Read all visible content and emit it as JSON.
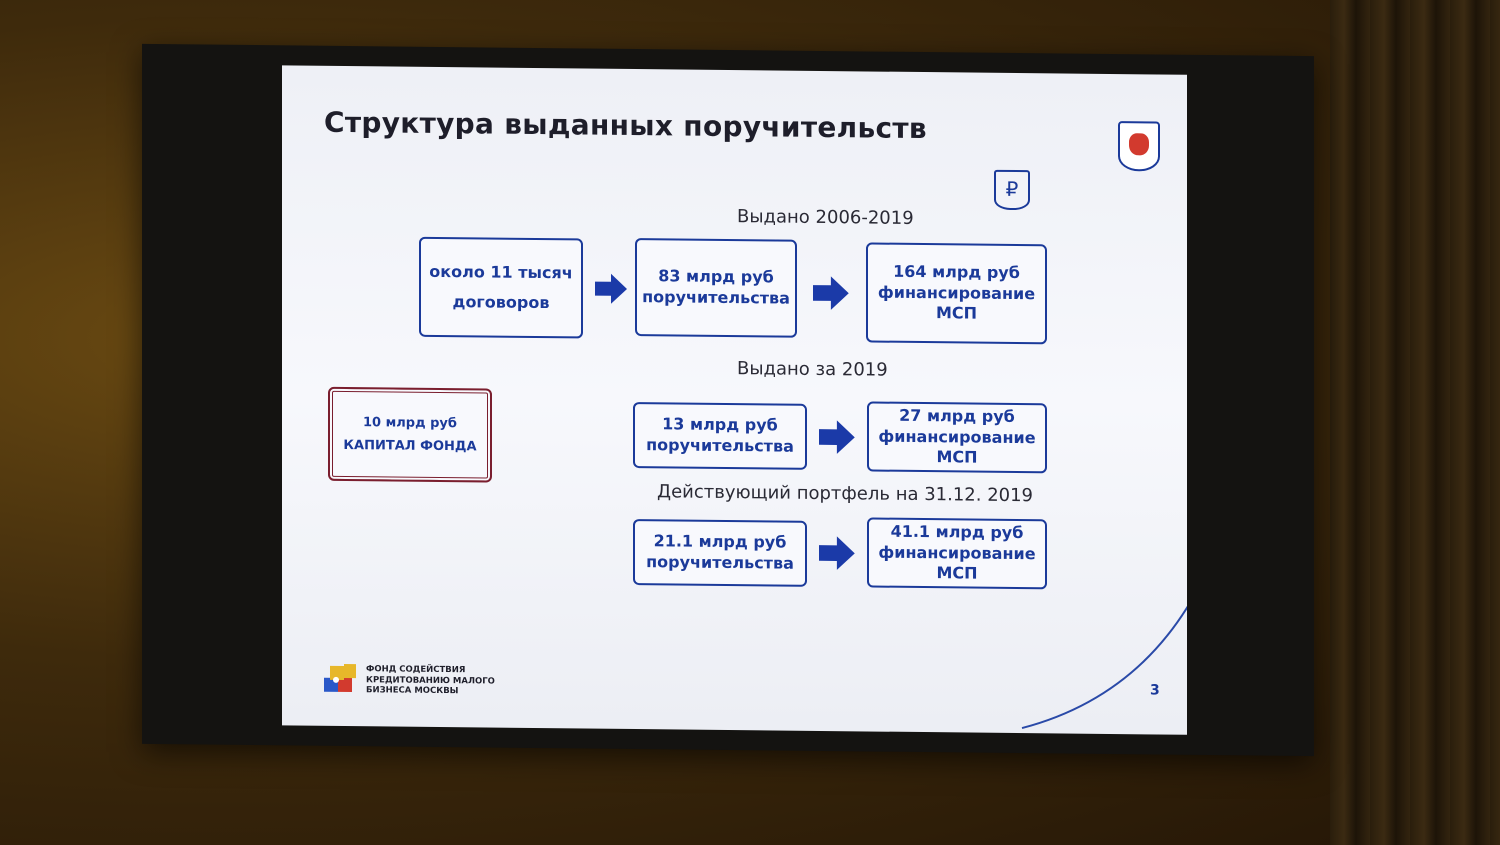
{
  "slide": {
    "title": "Структура выданных поручительств",
    "page_number": "3",
    "footer_org": "ФОНД СОДЕЙСТВИЯ\nКРЕДИТОВАНИЮ МАЛОГО\nБИЗНЕСА МОСКВЫ",
    "sections": {
      "issued_total": "Выдано 2006-2019",
      "issued_2019": "Выдано за 2019",
      "portfolio": "Действующий портфель на 31.12. 2019"
    },
    "boxes": {
      "contracts": "около  11 тысяч\nдоговоров",
      "guarantees_total": "83  млрд руб\nпоручительства",
      "financing_total": "164 млрд руб\nфинансирование\nМСП",
      "capital": "10 млрд руб\nКАПИТАЛ ФОНДА",
      "guarantees_2019": "13 млрд руб\nпоручительства",
      "financing_2019": "27 млрд руб\nфинансирование\nМСП",
      "guarantees_portfolio": "21.1 млрд руб\nпоручительства",
      "financing_portfolio": "41.1 млрд руб\nфинансирование\nМСП"
    },
    "icons": [
      "moscow-emblem-icon",
      "ruble-shield-icon",
      "arrow-right-icon",
      "fund-logo-icon"
    ],
    "colors": {
      "accent": "#1b3a9a",
      "capital_border": "#7a1e2e",
      "background": "#f4f5fa"
    }
  }
}
